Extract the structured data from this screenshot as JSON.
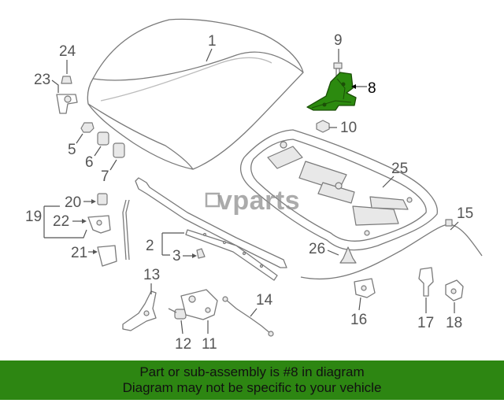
{
  "diagram": {
    "callouts": [
      {
        "id": "c1",
        "label": "1"
      },
      {
        "id": "c2",
        "label": "2"
      },
      {
        "id": "c3",
        "label": "3"
      },
      {
        "id": "c5",
        "label": "5"
      },
      {
        "id": "c6",
        "label": "6"
      },
      {
        "id": "c7",
        "label": "7"
      },
      {
        "id": "c8",
        "label": "8"
      },
      {
        "id": "c9",
        "label": "9"
      },
      {
        "id": "c10",
        "label": "10"
      },
      {
        "id": "c11",
        "label": "11"
      },
      {
        "id": "c12",
        "label": "12"
      },
      {
        "id": "c13",
        "label": "13"
      },
      {
        "id": "c14",
        "label": "14"
      },
      {
        "id": "c15",
        "label": "15"
      },
      {
        "id": "c16",
        "label": "16"
      },
      {
        "id": "c17",
        "label": "17"
      },
      {
        "id": "c18",
        "label": "18"
      },
      {
        "id": "c19",
        "label": "19"
      },
      {
        "id": "c20",
        "label": "20"
      },
      {
        "id": "c21",
        "label": "21"
      },
      {
        "id": "c22",
        "label": "22"
      },
      {
        "id": "c23",
        "label": "23"
      },
      {
        "id": "c24",
        "label": "24"
      },
      {
        "id": "c25",
        "label": "25"
      },
      {
        "id": "c26",
        "label": "26"
      }
    ],
    "highlighted_part": "8",
    "highlight_color": "#2c8a0f",
    "watermark": "vparts"
  },
  "footer": {
    "line1": "Part or sub-assembly is #8 in diagram",
    "line2": "Diagram may not be specific to your vehicle",
    "background_color": "#2d8612"
  }
}
